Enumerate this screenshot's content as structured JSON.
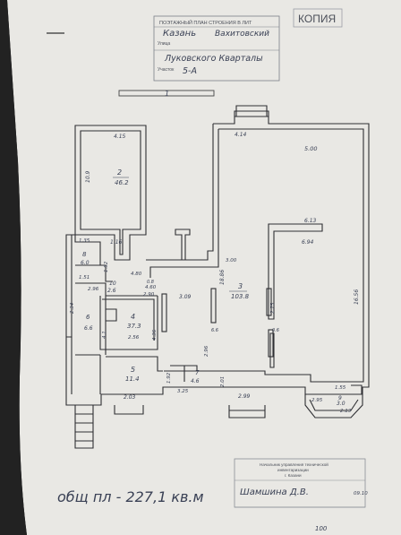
{
  "document": {
    "corner_stamp": "КОПИЯ",
    "header_stamp": {
      "title": "ПОЭТАЖНЫЙ ПЛАН СТРОЕНИЯ В ЛИТ",
      "city": "Казань",
      "district": "Вахитовский",
      "street_label": "Улица",
      "street": "Луковского Кварталы",
      "house_label": "Участок",
      "house": "5-А"
    },
    "section_mark": "1",
    "rooms": [
      {
        "id": "r2",
        "number": "2",
        "area": "46.2"
      },
      {
        "id": "r3",
        "number": "3",
        "area": "103.8"
      },
      {
        "id": "r4",
        "number": "4",
        "area": "37.3"
      },
      {
        "id": "r5",
        "number": "5",
        "area": "11.4"
      },
      {
        "id": "r6",
        "number": "6",
        "area": "6.6"
      },
      {
        "id": "r7",
        "number": "7",
        "area": "4.6"
      },
      {
        "id": "r8",
        "number": "8",
        "area": "6.0"
      },
      {
        "id": "r9",
        "number": "9",
        "area": "3.0"
      },
      {
        "id": "r10",
        "number": "10",
        "area": "2.6"
      }
    ],
    "dimensions": [
      "4.15",
      "10.9",
      "1.16",
      "4.14",
      "5.00",
      "6.13",
      "6.94",
      "18.86",
      "16.56",
      "1.35",
      "1.51",
      "1.92",
      "4.80",
      "2.90",
      "3.09",
      "2.96",
      "4.36",
      "1.92",
      "3.25",
      "2.01",
      "2.99",
      "1.55",
      "2.95",
      "2.13",
      "3.00",
      "2.03",
      "4.60",
      "2.56",
      "4.1",
      "2.34",
      "6.6",
      "0.6",
      "0.8",
      "2.75",
      "2.96"
    ],
    "total_area": "общ пл - 227,1 кв.м",
    "bottom_stamp": {
      "lines": [
        "Начальник управления технической",
        "инвентаризации",
        "г. Казани"
      ],
      "signature": "Шамшина Д.В.",
      "date": "09.10"
    },
    "page_number": "100"
  }
}
